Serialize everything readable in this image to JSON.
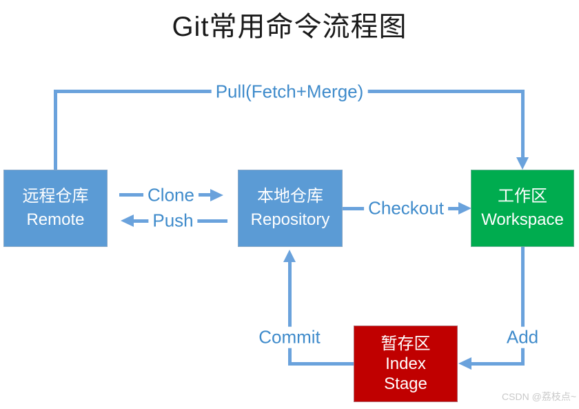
{
  "title": "Git常用命令流程图",
  "nodes": {
    "remote": {
      "line1": "远程仓库",
      "line2": "Remote",
      "fill": "#5B9BD5"
    },
    "repository": {
      "line1": "本地仓库",
      "line2": "Repository",
      "fill": "#5B9BD5"
    },
    "workspace": {
      "line1": "工作区",
      "line2": "Workspace",
      "fill": "#00AC4F"
    },
    "stage": {
      "line1": "暂存区",
      "line2": "Index",
      "line3": "Stage",
      "fill": "#C00000"
    }
  },
  "edges": {
    "pull": {
      "label": "Pull(Fetch+Merge)",
      "from": "remote",
      "to": "workspace"
    },
    "clone": {
      "label": "Clone",
      "from": "remote",
      "to": "repository"
    },
    "push": {
      "label": "Push",
      "from": "repository",
      "to": "remote"
    },
    "checkout": {
      "label": "Checkout",
      "from": "repository",
      "to": "workspace"
    },
    "commit": {
      "label": "Commit",
      "from": "stage",
      "to": "repository"
    },
    "add": {
      "label": "Add",
      "from": "workspace",
      "to": "stage"
    }
  },
  "colors": {
    "connector_line": "#6AA2DC",
    "edge_label_text": "#3F8BCB",
    "node_text": "#FFFFFF",
    "title_text": "#1A1A1A",
    "watermark_text": "#C9C9C9"
  },
  "watermark": "CSDN @荔枝点~"
}
